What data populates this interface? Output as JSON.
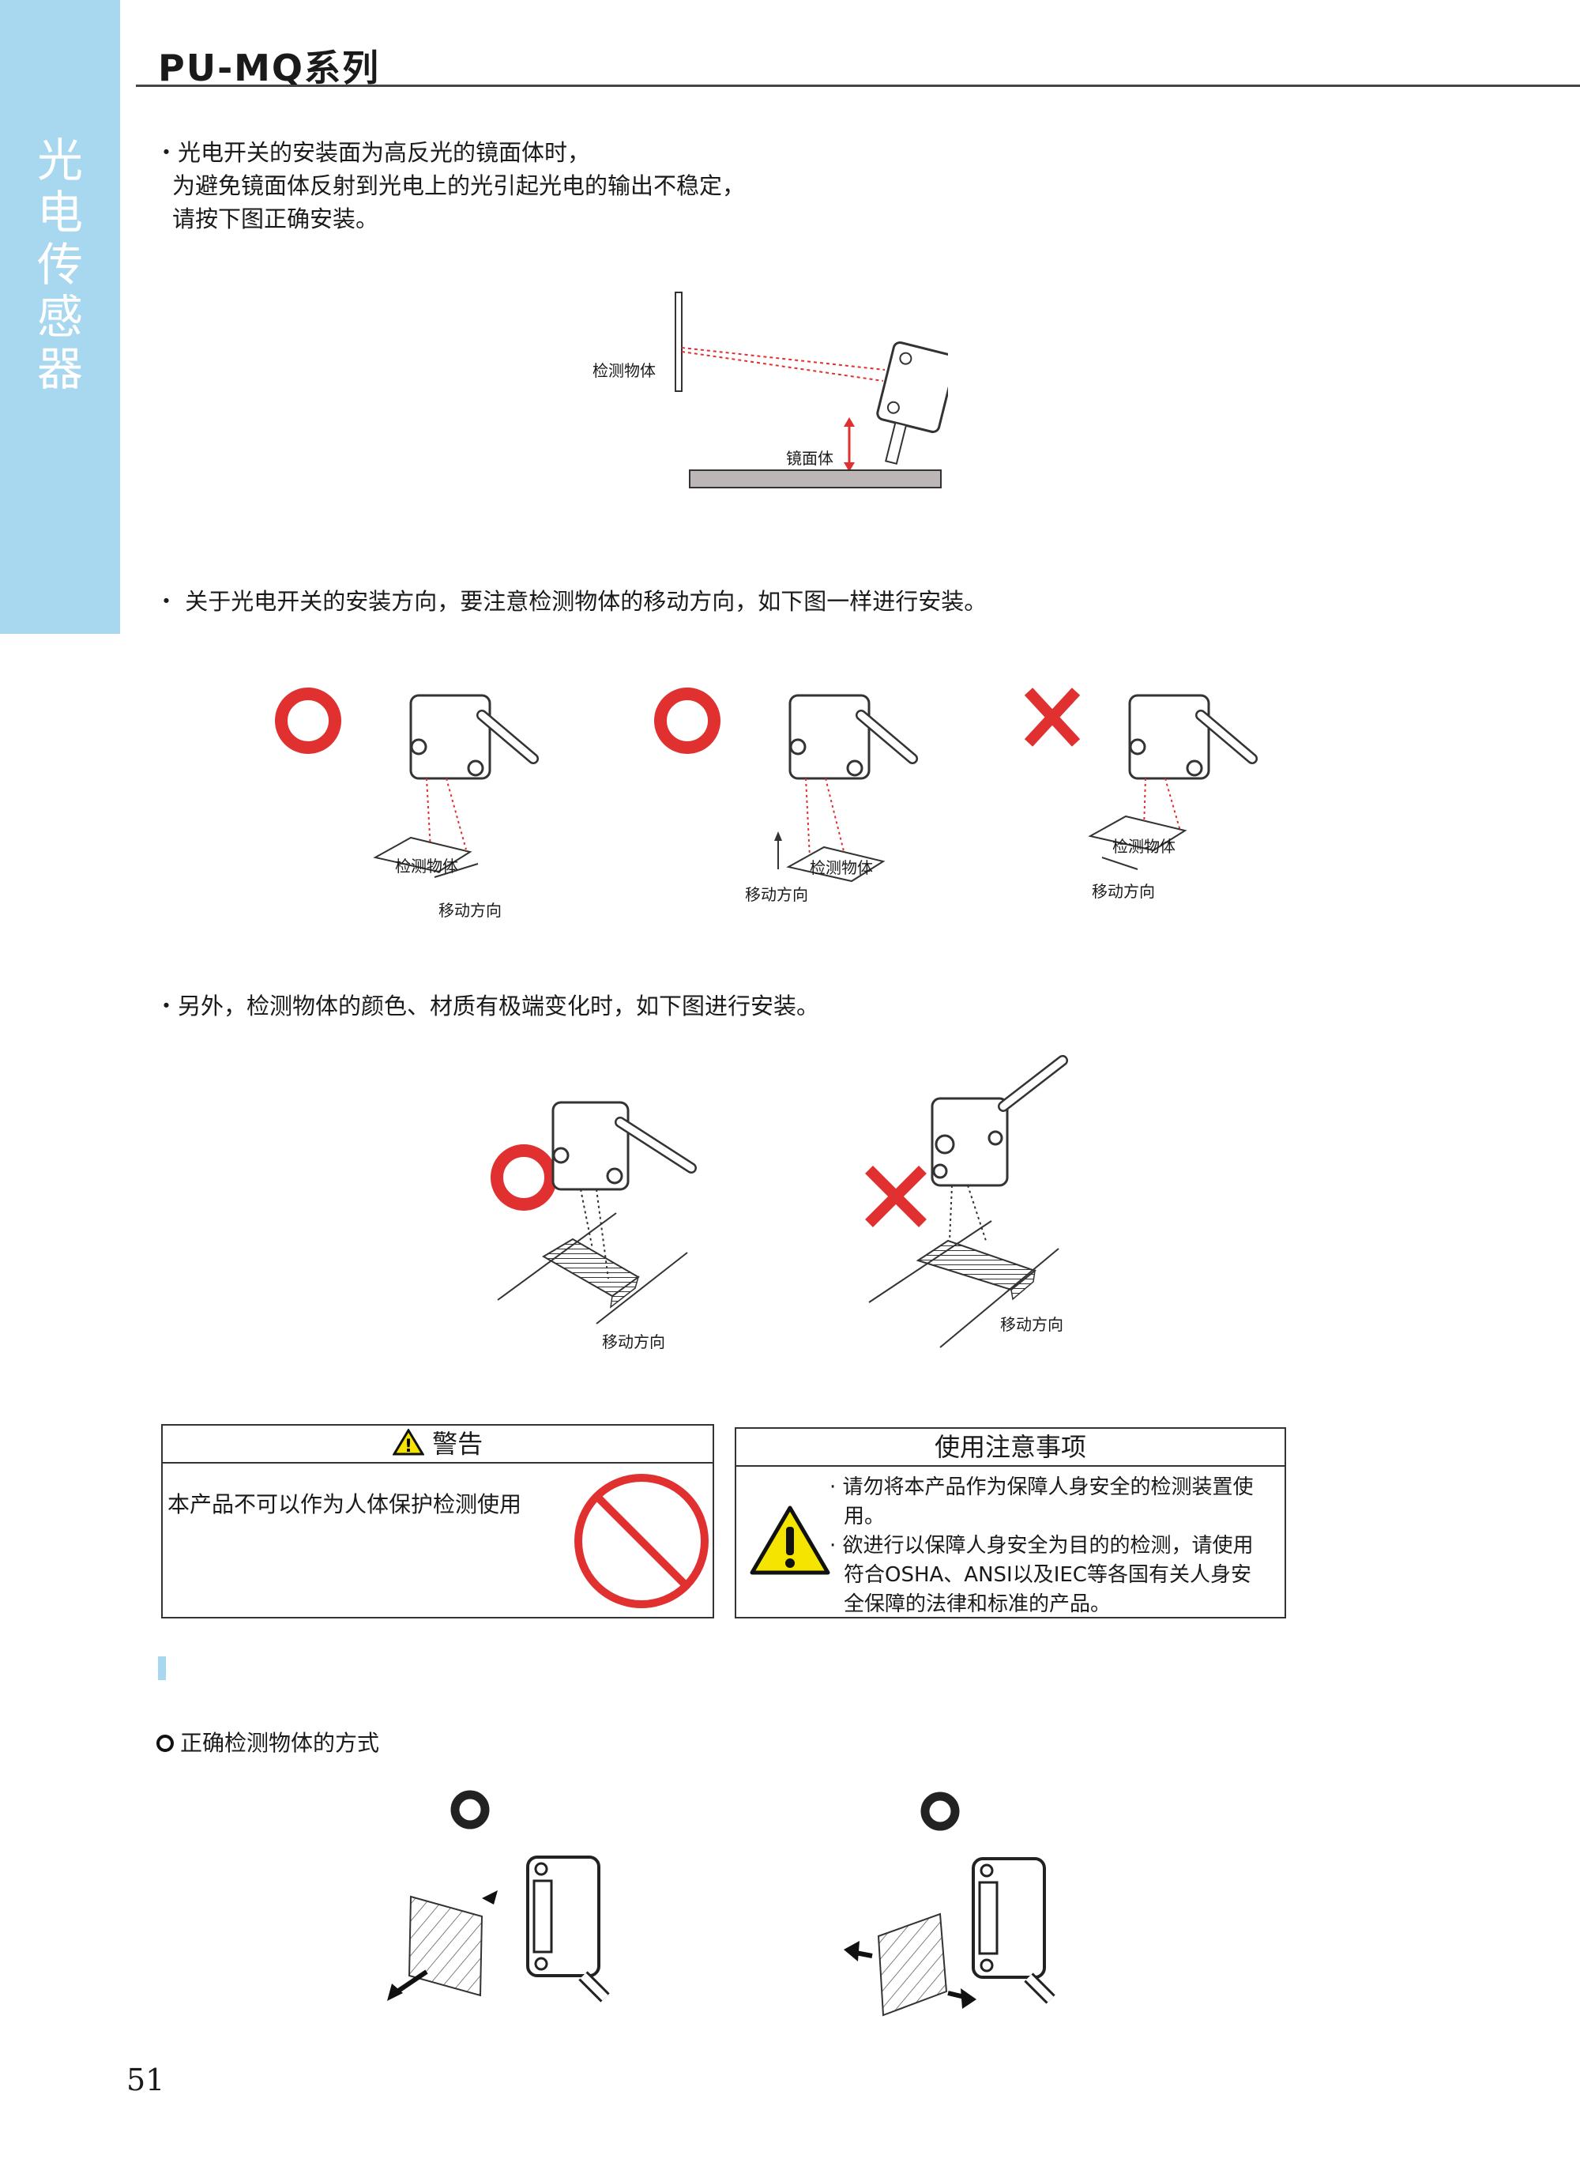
{
  "header": {
    "title": "PU-MQ系列",
    "sidebar_chars": [
      "光",
      "电",
      "传",
      "感",
      "器"
    ]
  },
  "section1": {
    "bullet": "・",
    "lines": [
      "光电开关的安装面为高反光的镜面体时，",
      "为避免镜面体反射到光电上的光引起光电的输出不稳定，",
      "请按下图正确安装。"
    ],
    "labels": {
      "object": "检测物体",
      "mirror": "镜面体"
    }
  },
  "section2": {
    "text": "・ 关于光电开关的安装方向，要注意检测物体的移动方向，如下图一样进行安装。",
    "figures": [
      {
        "object_label": "检测物体",
        "direction_label": "移动方向"
      },
      {
        "object_label": "检测物体",
        "direction_label": "移动方向"
      },
      {
        "object_label": "检测物体",
        "direction_label": "移动方向"
      }
    ]
  },
  "section3": {
    "text": "・另外，检测物体的颜色、材质有极端变化时，如下图进行安装。",
    "figures": [
      {
        "direction_label": "移动方向"
      },
      {
        "direction_label": "移动方向"
      }
    ]
  },
  "warning_box": {
    "title": "警告",
    "text": "本产品不可以作为人体保护检测使用"
  },
  "caution_box": {
    "title": "使用注意事项",
    "item1_lines": [
      "请勿将本产品作为保障人身安全的检测装置使",
      "用。"
    ],
    "item2_lines": [
      "欲进行以保障人身安全为目的的检测，请使用",
      "符合OSHA、ANSI以及IEC等各国有关人身安",
      "全保障的法律和标准的产品。"
    ]
  },
  "section4": {
    "heading": "正确检测物体的方式"
  },
  "footer": {
    "page_number": "51"
  },
  "colors": {
    "sidebar": "#a8d8ef",
    "ok_mark": "#e03030",
    "ng_mark": "#e03030",
    "warning_yellow": "#f5e400"
  }
}
